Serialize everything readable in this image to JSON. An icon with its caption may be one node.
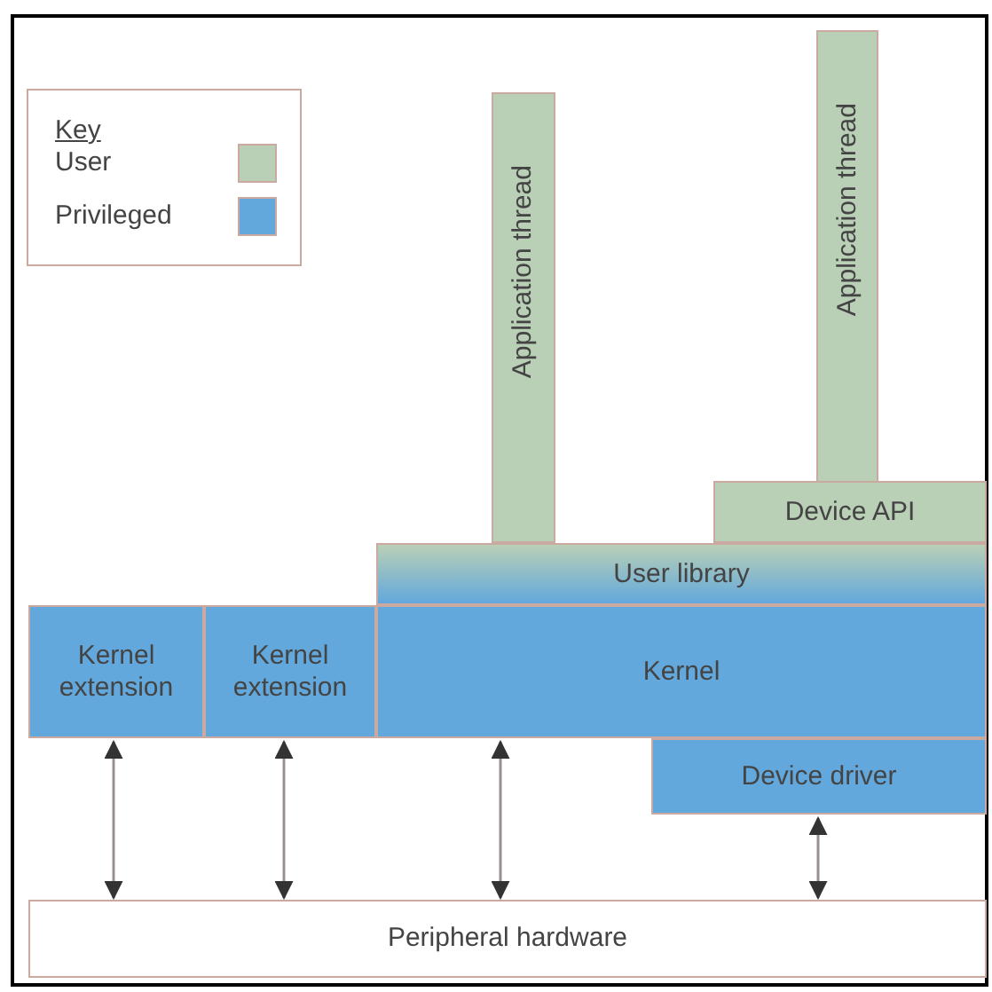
{
  "diagram": {
    "nodes": [
      {
        "text": [
          "Application thread"
        ]
      },
      {
        "text": [
          "Application thread"
        ]
      },
      {
        "text": [
          "Device API"
        ]
      },
      {
        "text": [
          "User library"
        ]
      },
      {
        "text": [
          "Kernel extension"
        ]
      },
      {
        "text": [
          "Kernel extension"
        ]
      },
      {
        "text": [
          "Kernel"
        ]
      },
      {
        "text": [
          "Device driver"
        ]
      },
      {
        "text": [
          "Peripheral hardware"
        ]
      }
    ],
    "edges": [
      {
        "from": 4,
        "to": 8,
        "arrow": "both"
      },
      {
        "from": 5,
        "to": 8,
        "arrow": "both"
      },
      {
        "from": 6,
        "to": 8,
        "arrow": "both"
      },
      {
        "from": 7,
        "to": 8,
        "arrow": "both"
      }
    ],
    "labels": [
      "Key"
    ],
    "legend": [
      {
        "text": "User",
        "color": "#b9cfb6"
      },
      {
        "text": "Privileged",
        "color": "#62a8dc"
      }
    ]
  }
}
